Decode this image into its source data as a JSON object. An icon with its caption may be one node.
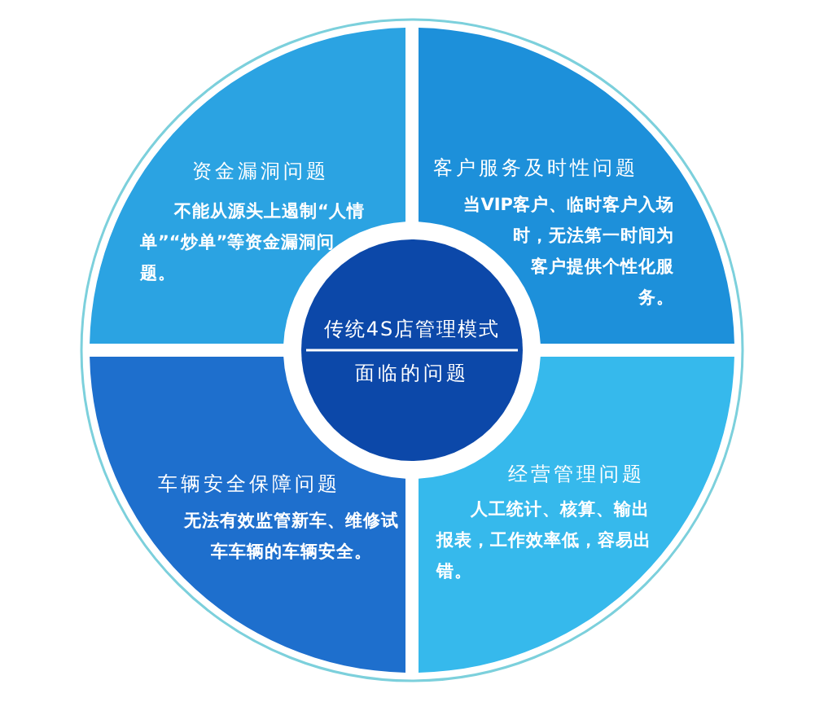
{
  "diagram": {
    "nodes": [
      {
        "text": [
          "传统4S店管理模式",
          "面临的问题"
        ]
      },
      {
        "text": [
          "资金漏洞问题",
          "不能从源头上遏制“人情单”“炒单”等资金漏洞问题。"
        ]
      },
      {
        "text": [
          "客户服务及时性问题",
          "当VIP客户、临时客户入场时，无法第一时间为客户提供个性化服务。"
        ]
      },
      {
        "text": [
          "车辆安全保障问题",
          "无法有效监管新车、维修试车车辆的车辆安全。"
        ]
      },
      {
        "text": [
          "经营管理问题",
          "人工统计、核算、输出报表，工作效率低，容易出错。"
        ]
      }
    ]
  }
}
